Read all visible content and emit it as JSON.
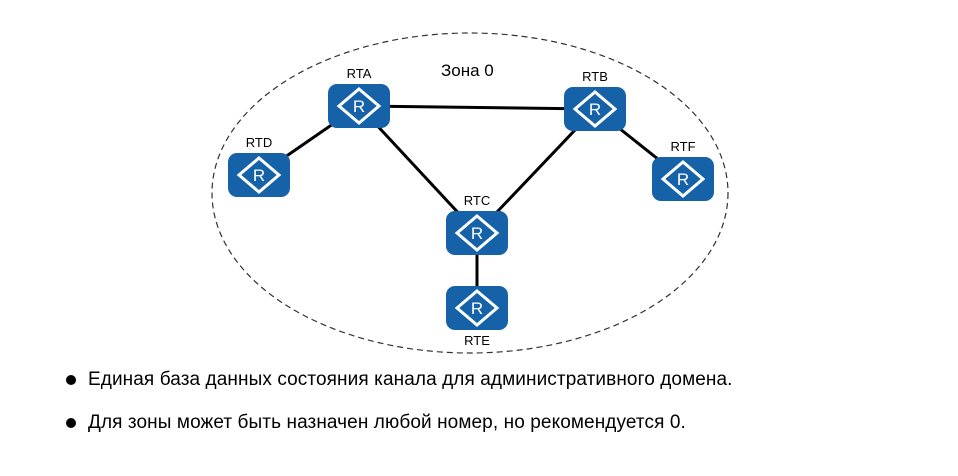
{
  "zone": {
    "label": "Зона 0"
  },
  "colors": {
    "router_fill": "#1662a8",
    "router_symbol": "#ffffff",
    "link": "#000000",
    "zone_border": "#333333"
  },
  "routers": [
    {
      "id": "RTA",
      "label": "RTA",
      "icon": "router-icon"
    },
    {
      "id": "RTB",
      "label": "RTB",
      "icon": "router-icon"
    },
    {
      "id": "RTC",
      "label": "RTC",
      "icon": "router-icon"
    },
    {
      "id": "RTD",
      "label": "RTD",
      "icon": "router-icon"
    },
    {
      "id": "RTE",
      "label": "RTE",
      "icon": "router-icon"
    },
    {
      "id": "RTF",
      "label": "RTF",
      "icon": "router-icon"
    }
  ],
  "links": [
    {
      "from": "RTA",
      "to": "RTB"
    },
    {
      "from": "RTA",
      "to": "RTD"
    },
    {
      "from": "RTA",
      "to": "RTC"
    },
    {
      "from": "RTB",
      "to": "RTC"
    },
    {
      "from": "RTB",
      "to": "RTF"
    },
    {
      "from": "RTC",
      "to": "RTE"
    }
  ],
  "bullets": [
    "Единая база данных состояния канала для административного домена.",
    "Для зоны может быть назначен любой номер, но рекомендуется 0."
  ]
}
